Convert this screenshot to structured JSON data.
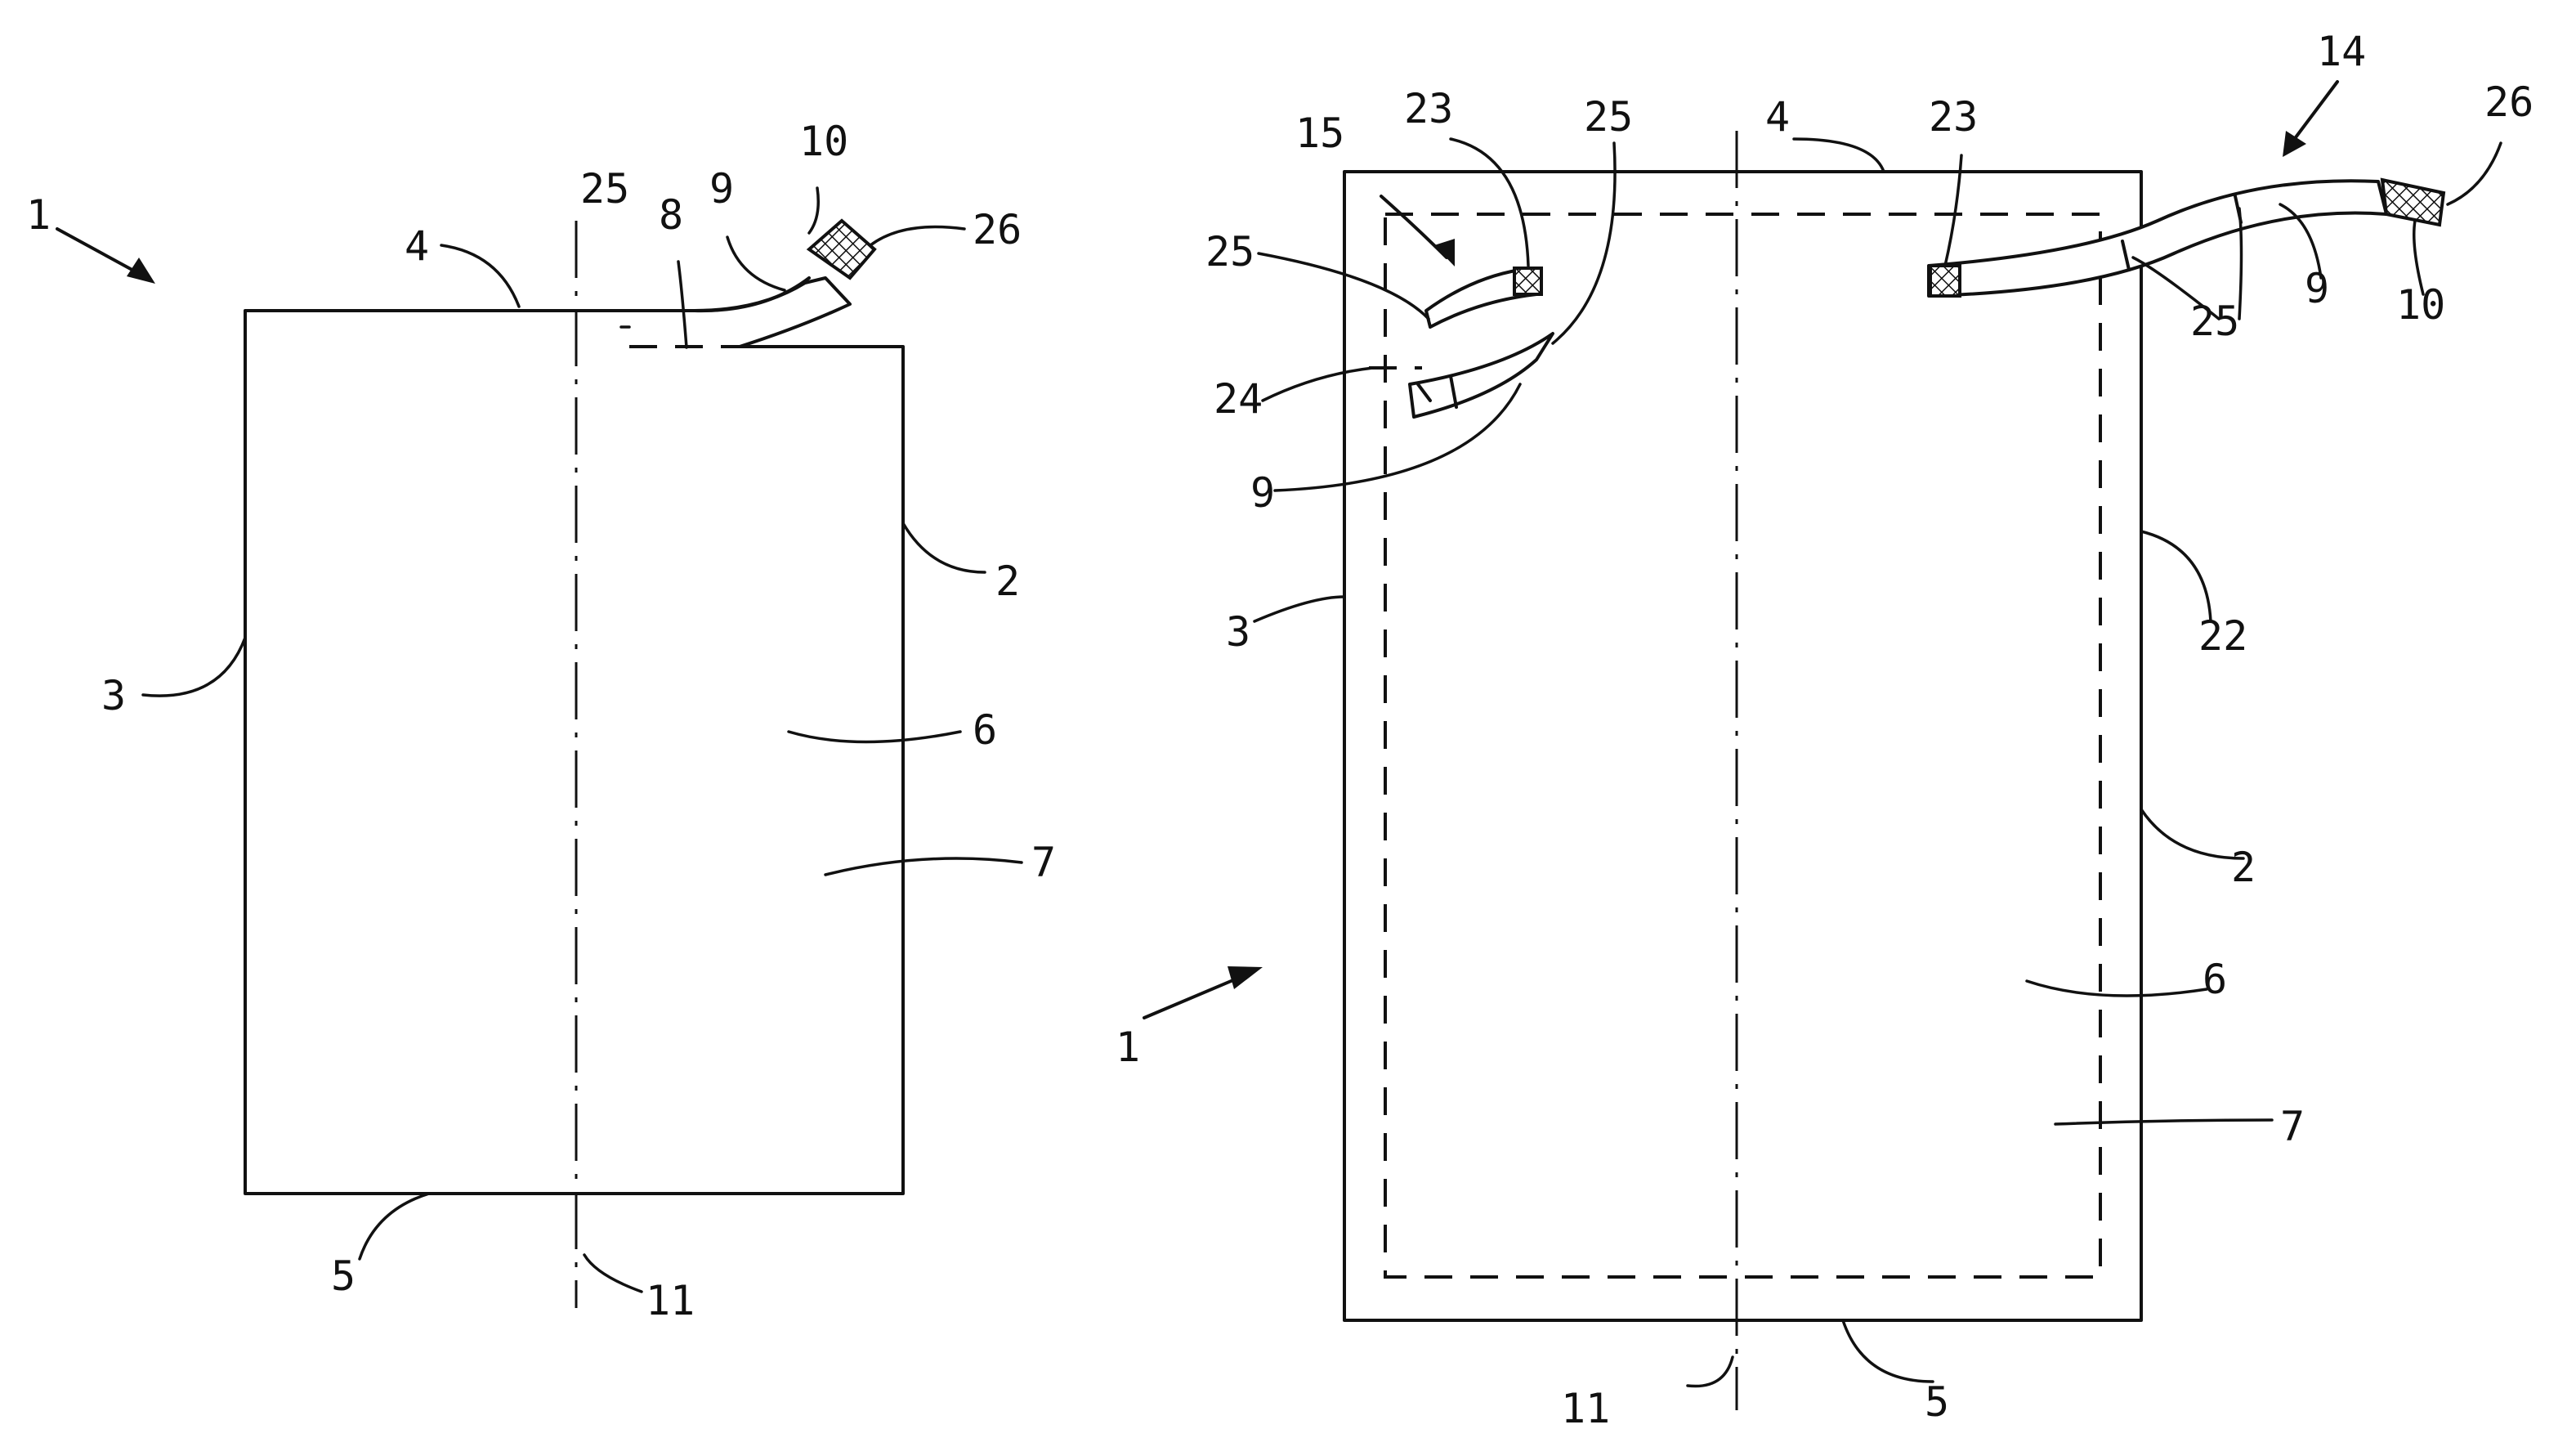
{
  "colors": {
    "line": "#111111",
    "background": "#ffffff",
    "hatch": "#111111"
  },
  "labels": {
    "fig1": {
      "ref1": "1",
      "ref2": "2",
      "ref3": "3",
      "ref4": "4",
      "ref5": "5",
      "ref6": "6",
      "ref7": "7",
      "ref8": "8",
      "ref9": "9",
      "ref10": "10",
      "ref11": "11",
      "ref25": "25",
      "ref26": "26"
    },
    "fig2": {
      "ref1": "1",
      "ref2": "2",
      "ref3": "3",
      "ref4": "4",
      "ref5": "5",
      "ref6": "6",
      "ref7": "7",
      "ref9a": "9",
      "ref9b": "9",
      "ref10": "10",
      "ref11": "11",
      "ref14": "14",
      "ref15": "15",
      "ref22": "22",
      "ref23a": "23",
      "ref23b": "23",
      "ref24": "24",
      "ref25a": "25",
      "ref25b": "25",
      "ref25c": "25",
      "ref26": "26"
    }
  }
}
